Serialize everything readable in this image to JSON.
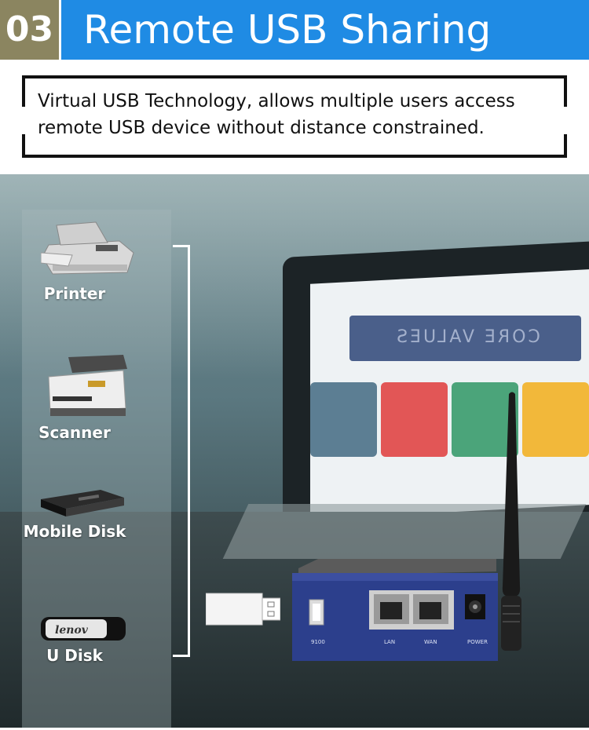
{
  "header": {
    "number": "03",
    "title": "Remote USB Sharing"
  },
  "description": {
    "text": "Virtual USB Technology, allows multiple users access remote USB device without distance constrained."
  },
  "devices": [
    {
      "label": "Printer",
      "icon": "printer-icon"
    },
    {
      "label": "Scanner",
      "icon": "scanner-icon"
    },
    {
      "label": "Mobile Disk",
      "icon": "mobile-disk-icon"
    },
    {
      "label": "U Disk",
      "icon": "u-disk-icon"
    }
  ],
  "u_disk_brand": "lenov",
  "laptop_banner": "CORE VALUES",
  "router": {
    "ports": [
      "9100",
      "LAN",
      "WAN",
      "POWER"
    ]
  },
  "colors": {
    "number_bg": "#8b8560",
    "title_bg": "#1f8be4",
    "router_blue": "#2c3f8c"
  }
}
